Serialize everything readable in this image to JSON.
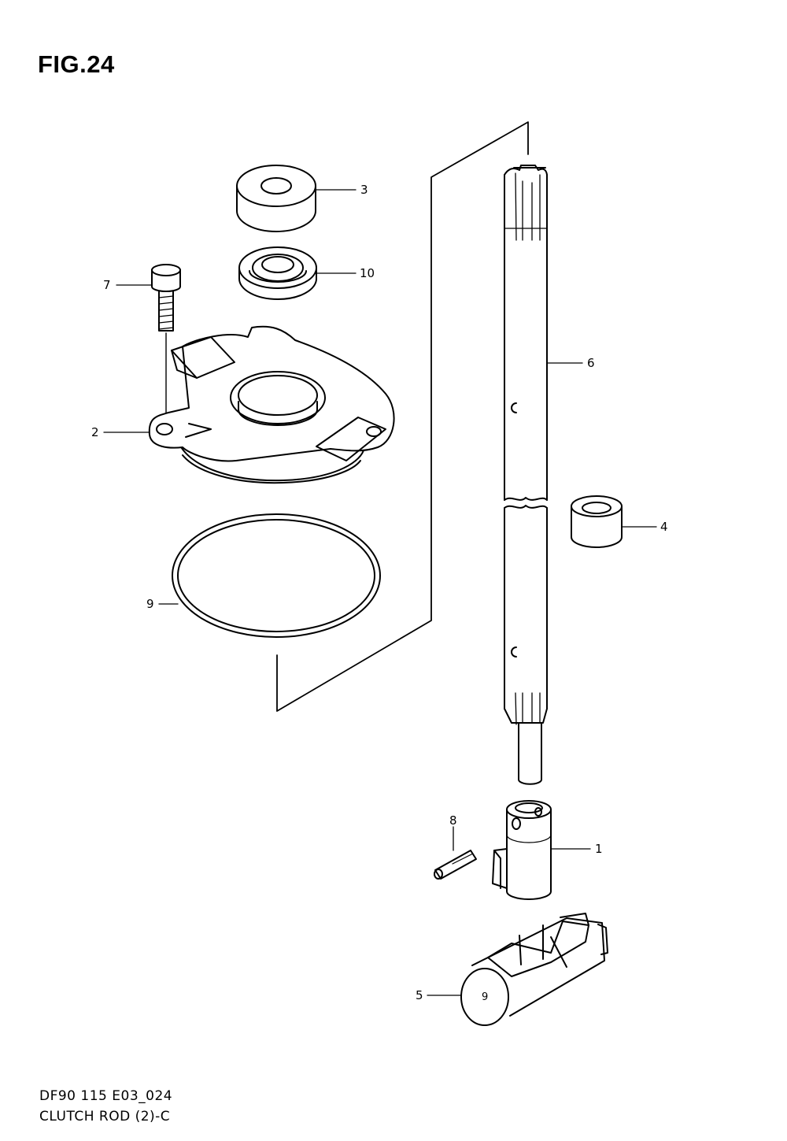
{
  "figure": {
    "title": "FIG.24",
    "code": "DF90 115 E03_024",
    "name": "CLUTCH ROD (2)-C"
  },
  "callouts": [
    {
      "id": "1",
      "label": "1"
    },
    {
      "id": "2",
      "label": "2"
    },
    {
      "id": "3",
      "label": "3"
    },
    {
      "id": "4",
      "label": "4"
    },
    {
      "id": "5",
      "label": "5"
    },
    {
      "id": "6",
      "label": "6"
    },
    {
      "id": "7",
      "label": "7"
    },
    {
      "id": "8",
      "label": "8"
    },
    {
      "id": "9",
      "label": "9"
    },
    {
      "id": "10",
      "label": "10"
    }
  ],
  "part_marks": {
    "hole_mark": "9"
  }
}
